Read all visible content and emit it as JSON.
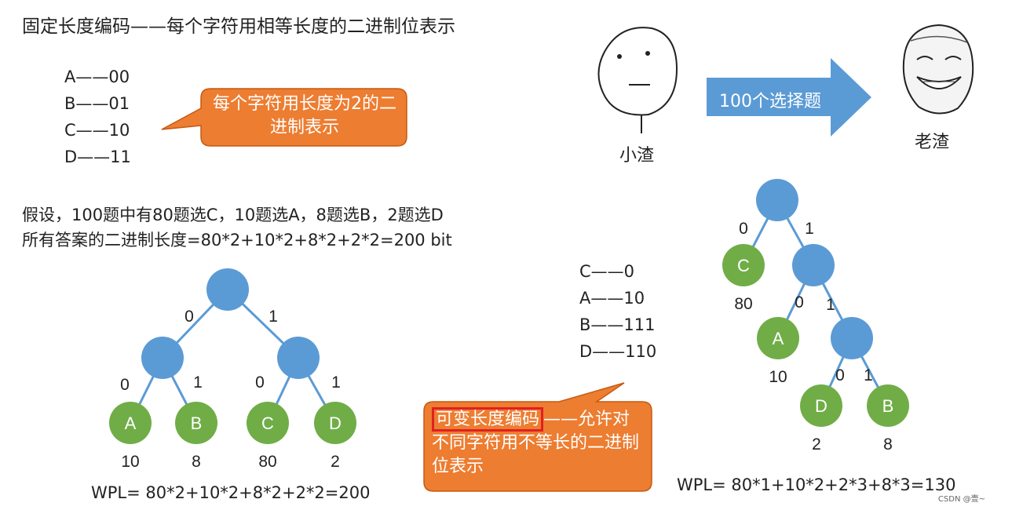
{
  "title": "固定长度编码——每个字符用相等长度的二进制位表示",
  "fixed_codes": [
    "A——00",
    "B——01",
    "C——10",
    "D——11"
  ],
  "callout_fixed": "每个字符用长度为2的二进制表示",
  "assumption_line1": "假设，100题中有80题选C，10题选A，8题选B，2题选D",
  "assumption_line2": "所有答案的二进制长度=80*2+10*2+8*2+2*2=200 bit",
  "left_tree": {
    "edge_labels": [
      "0",
      "1",
      "0",
      "1",
      "0",
      "1"
    ],
    "leaves": [
      "A",
      "B",
      "C",
      "D"
    ],
    "weights": [
      "10",
      "8",
      "80",
      "2"
    ],
    "wpl": "WPL= 80*2+10*2+8*2+2*2=200"
  },
  "variable_codes": [
    "C——0",
    "A——10",
    "B——111",
    "D——110"
  ],
  "callout_variable": {
    "highlight": "可变长度编码",
    "rest": "——允许对不同字符用不等长的二进制位表示"
  },
  "comic": {
    "left_label": "小渣",
    "arrow_label": "100个选择题",
    "right_label": "老渣"
  },
  "right_tree": {
    "edge_labels": [
      "0",
      "1",
      "0",
      "1",
      "0",
      "1"
    ],
    "leaves": [
      "C",
      "A",
      "D",
      "B"
    ],
    "weights": [
      "80",
      "10",
      "2",
      "8"
    ],
    "wpl": "WPL= 80*1+10*2+2*3+8*3=130"
  },
  "watermark": "CSDN @壹~",
  "colors": {
    "internal_node": "#5b9bd5",
    "leaf_node": "#70ad47",
    "edge": "#5b9bd5",
    "callout": "#ed7d31",
    "arrow": "#5b9bd5"
  }
}
